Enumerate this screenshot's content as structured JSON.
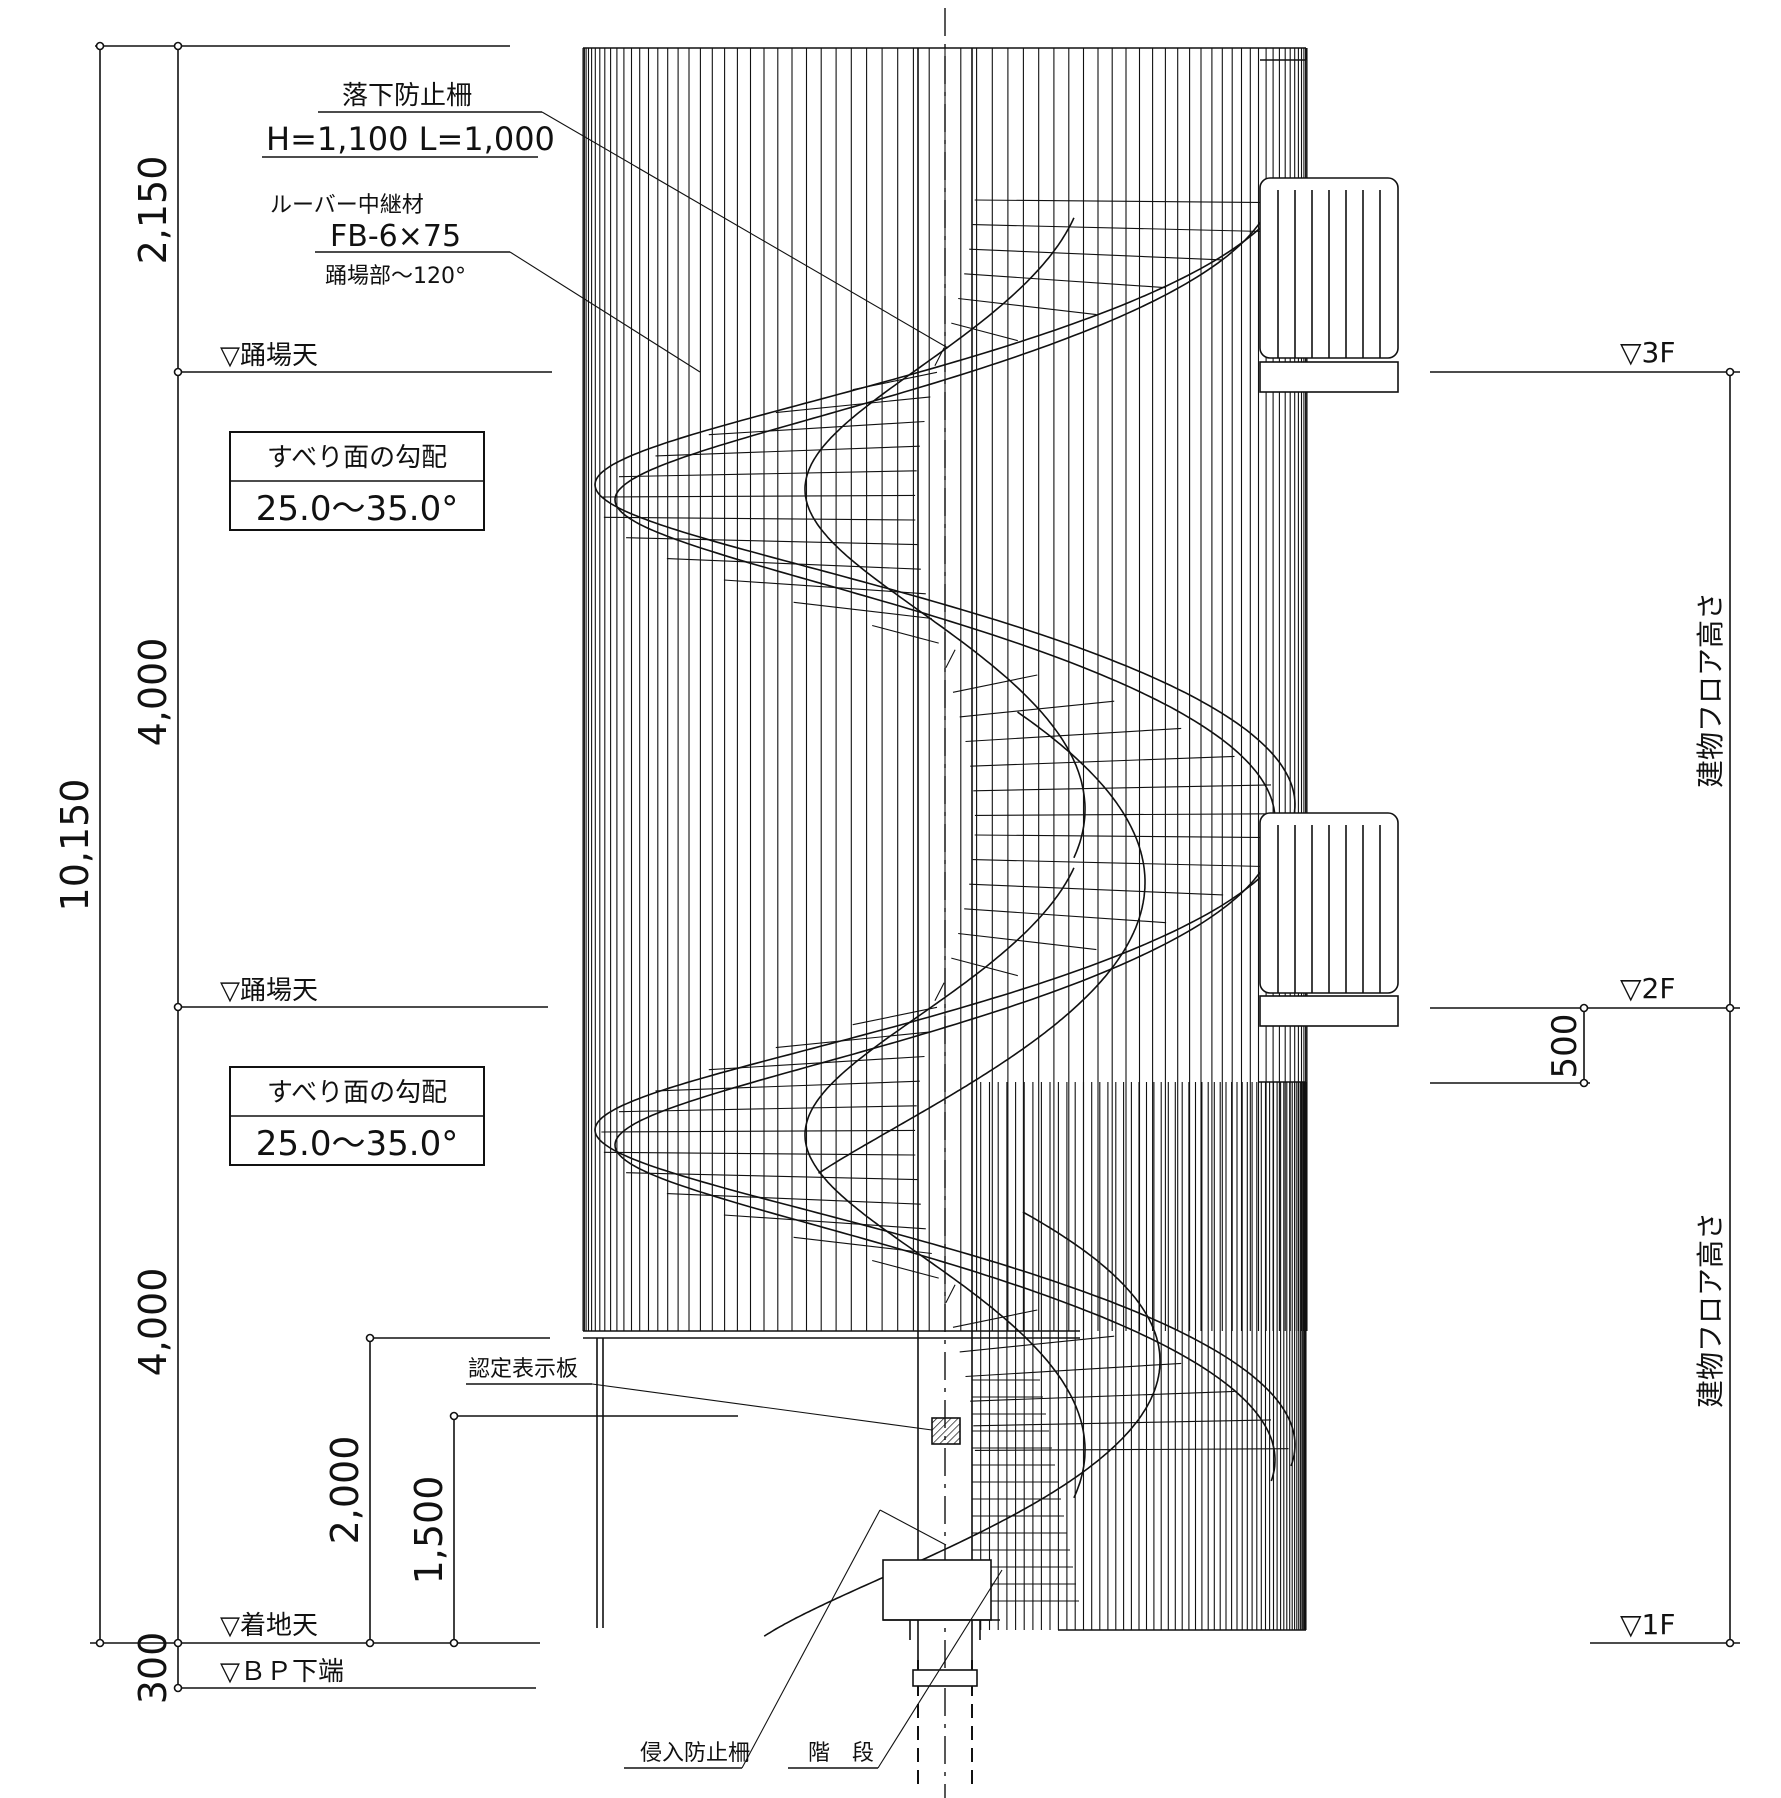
{
  "dimensions_left": {
    "total": "10,150",
    "top": "2,150",
    "upper_floor": "4,000",
    "lower_floor": "4,000",
    "base": "300",
    "h2000": "2,000",
    "h1500": "1,500"
  },
  "dimensions_right": {
    "floor_height_label": "建物フロア高さ",
    "floor_height_label_2": "建物フロア高さ",
    "offset_500": "500"
  },
  "levels_left": {
    "landing_top_upper": "▽踊場天",
    "landing_top_lower": "▽踊場天",
    "landing_ground": "▽着地天",
    "bp_bottom": "▽ＢＰ下端"
  },
  "levels_right": {
    "f3": "▽3F",
    "f2": "▽2F",
    "f1": "▽1F"
  },
  "callouts": {
    "fall_guard_title": "落下防止柵",
    "fall_guard_size": "H=1,100  L=1,000",
    "louver_title": "ルーバー中継材",
    "louver_size": "FB-6×75",
    "louver_range": "踊場部～120°",
    "cert_plate": "認定表示板",
    "intrusion_guard": "侵入防止柵",
    "stairs": "階　段"
  },
  "slope_boxes": [
    {
      "title": "すべり面の勾配",
      "value": "25.0～35.0°"
    },
    {
      "title": "すべり面の勾配",
      "value": "25.0～35.0°"
    }
  ]
}
